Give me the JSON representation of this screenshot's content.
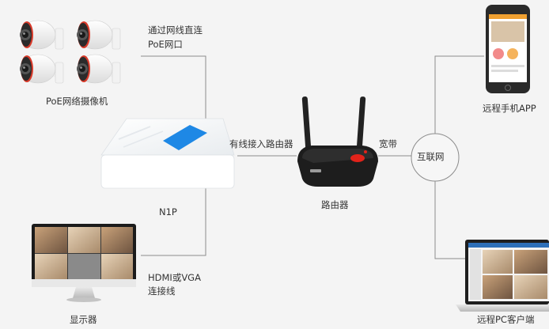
{
  "labels": {
    "cable_note_line1": "通过网线直连",
    "cable_note_line2": "PoE网口",
    "cameras": "PoE网络摄像机",
    "wired_router_link": "有线接入路由器",
    "nvr": "N1P",
    "router": "路由器",
    "broadband": "宽带",
    "internet": "互联网",
    "mobile_app": "远程手机APP",
    "hdmi_line1": "HDMI或VGA",
    "hdmi_line2": "连接线",
    "monitor": "显示器",
    "pc_client": "远程PC客户端"
  },
  "colors": {
    "line": "#8c8c8c",
    "accent_blue": "#1e88e5",
    "camera_red": "#d83a2a",
    "router_red": "#e2231a"
  },
  "icons": [
    "camera-icon",
    "nvr-device-icon",
    "router-device-icon",
    "monitor-icon",
    "phone-icon",
    "laptop-icon"
  ]
}
